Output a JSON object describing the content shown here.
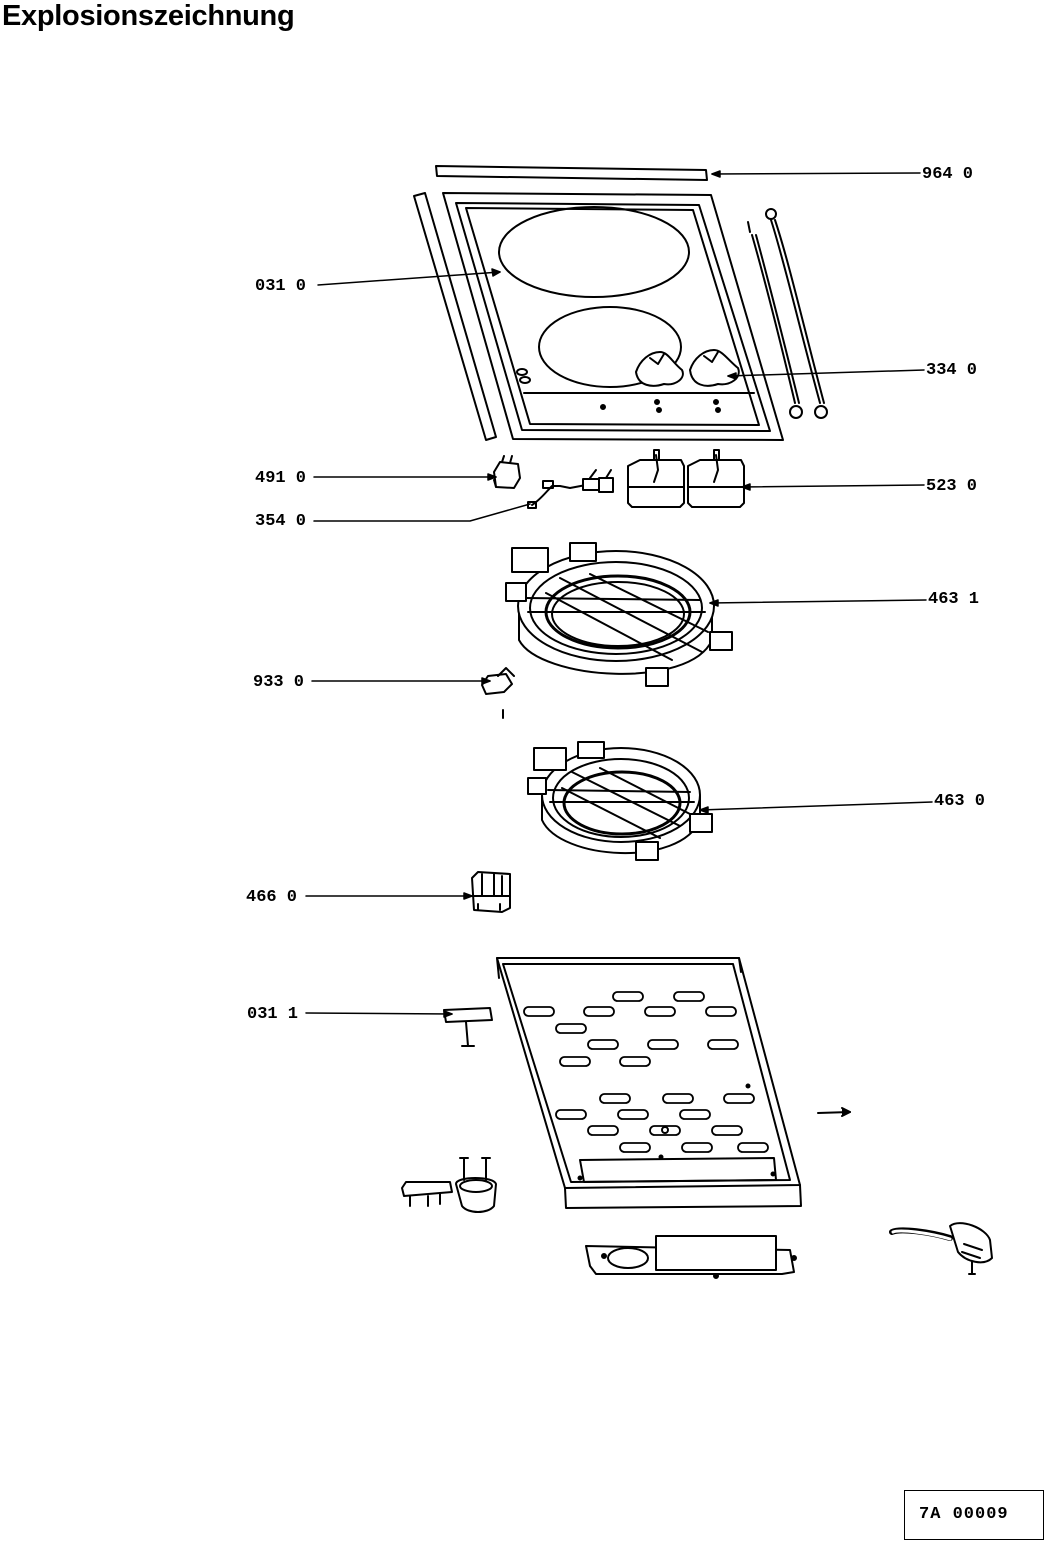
{
  "title": "Explosionszeichnung",
  "labels": {
    "p964": "964 0",
    "p031a": "031 0",
    "p334": "334 0",
    "p491": "491 0",
    "p523": "523 0",
    "p354": "354 0",
    "p4631": "463 1",
    "p933": "933 0",
    "p4630": "463 0",
    "p466": "466 0",
    "p0311": "031 1"
  },
  "reference": "7A 00009"
}
